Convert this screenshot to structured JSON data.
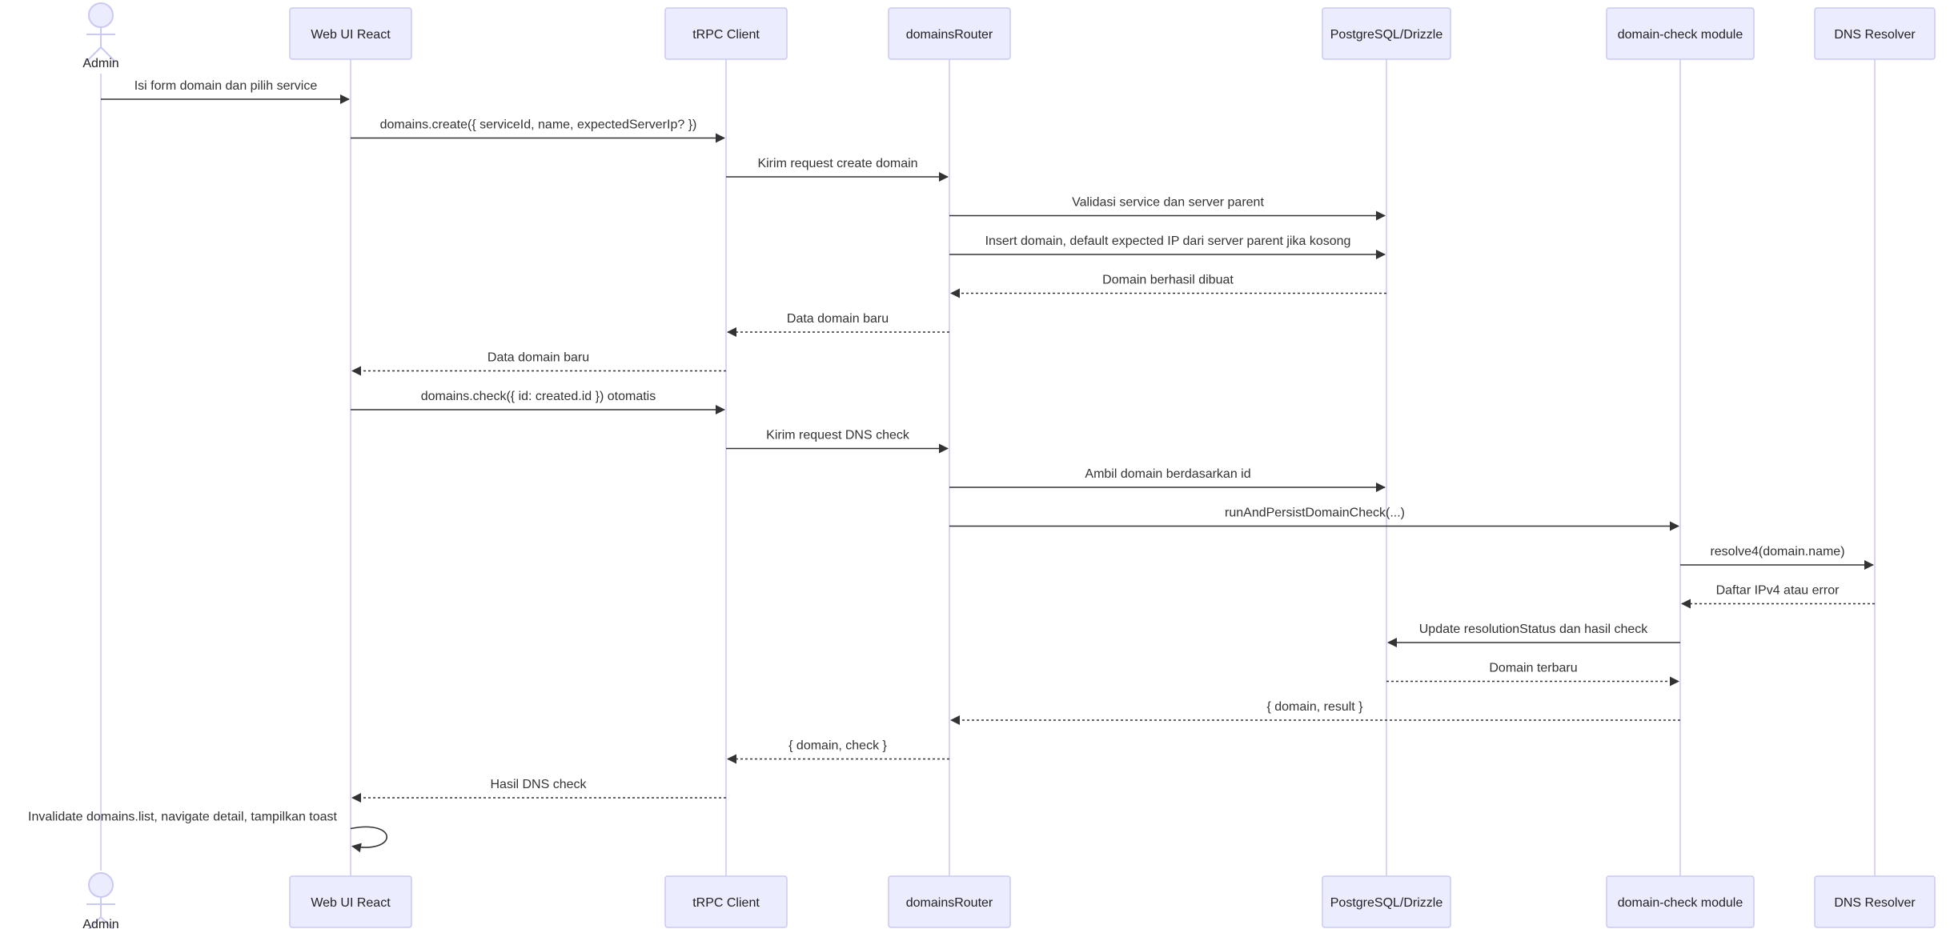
{
  "participants": [
    {
      "id": "admin",
      "label": "Admin",
      "kind": "actor"
    },
    {
      "id": "web",
      "label": "Web UI React",
      "kind": "box"
    },
    {
      "id": "trpc",
      "label": "tRPC Client",
      "kind": "box"
    },
    {
      "id": "router",
      "label": "domainsRouter",
      "kind": "box"
    },
    {
      "id": "db",
      "label": "PostgreSQL/Drizzle",
      "kind": "box"
    },
    {
      "id": "check",
      "label": "domain-check module",
      "kind": "box"
    },
    {
      "id": "dns",
      "label": "DNS Resolver",
      "kind": "box"
    }
  ],
  "messages": [
    {
      "from": "admin",
      "to": "web",
      "label": "Isi form domain dan pilih service",
      "style": "solid"
    },
    {
      "from": "web",
      "to": "trpc",
      "label": "domains.create({ serviceId, name, expectedServerIp? })",
      "style": "solid"
    },
    {
      "from": "trpc",
      "to": "router",
      "label": "Kirim request create domain",
      "style": "solid"
    },
    {
      "from": "router",
      "to": "db",
      "label": "Validasi service dan server parent",
      "style": "solid"
    },
    {
      "from": "router",
      "to": "db",
      "label": "Insert domain, default expected IP dari server parent jika kosong",
      "style": "solid"
    },
    {
      "from": "db",
      "to": "router",
      "label": "Domain berhasil dibuat",
      "style": "dashed"
    },
    {
      "from": "router",
      "to": "trpc",
      "label": "Data domain baru",
      "style": "dashed"
    },
    {
      "from": "trpc",
      "to": "web",
      "label": "Data domain baru",
      "style": "dashed"
    },
    {
      "from": "web",
      "to": "trpc",
      "label": "domains.check({ id: created.id }) otomatis",
      "style": "solid"
    },
    {
      "from": "trpc",
      "to": "router",
      "label": "Kirim request DNS check",
      "style": "solid"
    },
    {
      "from": "router",
      "to": "db",
      "label": "Ambil domain berdasarkan id",
      "style": "solid"
    },
    {
      "from": "router",
      "to": "check",
      "label": "runAndPersistDomainCheck(...)",
      "style": "solid"
    },
    {
      "from": "check",
      "to": "dns",
      "label": "resolve4(domain.name)",
      "style": "solid"
    },
    {
      "from": "dns",
      "to": "check",
      "label": "Daftar IPv4 atau error",
      "style": "dashed"
    },
    {
      "from": "check",
      "to": "db",
      "label": "Update resolutionStatus dan hasil check",
      "style": "solid"
    },
    {
      "from": "db",
      "to": "check",
      "label": "Domain terbaru",
      "style": "dashed"
    },
    {
      "from": "check",
      "to": "router",
      "label": "{ domain, result }",
      "style": "dashed"
    },
    {
      "from": "router",
      "to": "trpc",
      "label": "{ domain, check }",
      "style": "dashed"
    },
    {
      "from": "trpc",
      "to": "web",
      "label": "Hasil DNS check",
      "style": "dashed"
    },
    {
      "from": "web",
      "to": "web",
      "label": "Invalidate domains.list, navigate detail, tampilkan toast",
      "style": "solid"
    }
  ]
}
